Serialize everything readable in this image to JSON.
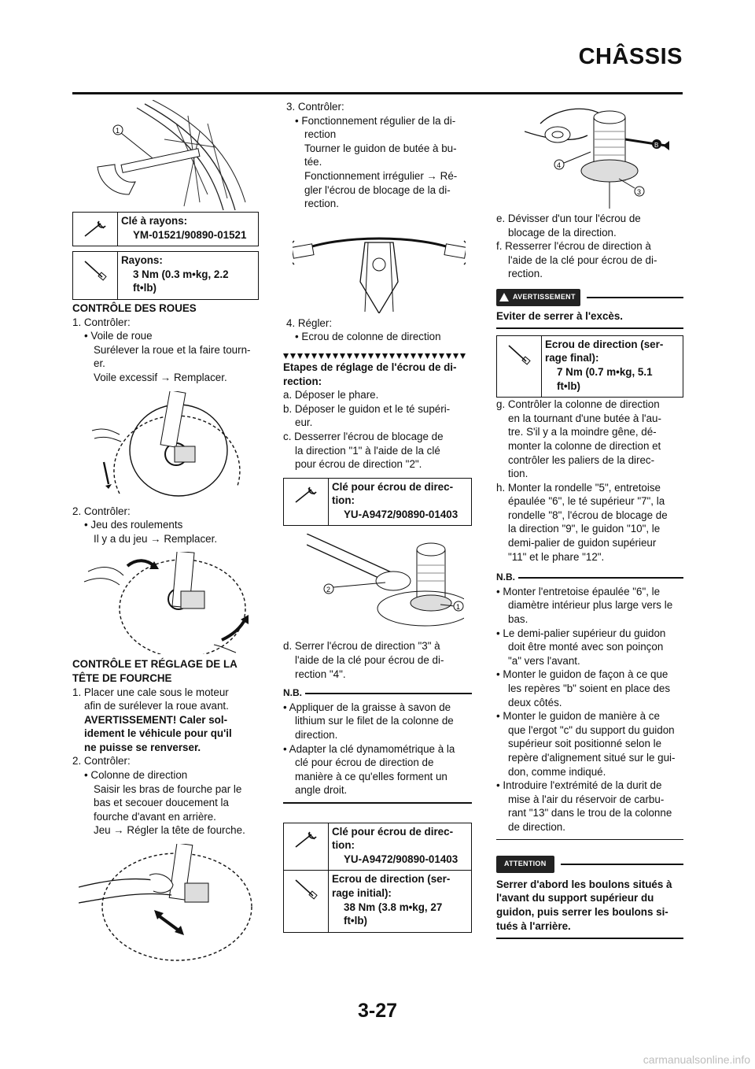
{
  "header": {
    "title": "CHÂSSIS"
  },
  "col1": {
    "tools": [
      {
        "name": "Clé à rayons:",
        "value": "YM-01521/90890-01521"
      },
      {
        "name": "Rayons:",
        "value": "3 Nm (0.3 m•kg, 2.2",
        "value2": "ft•lb)"
      }
    ],
    "heading1": "CONTRÔLE DES ROUES",
    "step1": "1. Contrôler:",
    "step1_b": "• Voile de roue",
    "step1_l1": "Surélever la roue et la faire tourn-",
    "step1_l2": "er.",
    "step1_l3": "Voile excessif → Remplacer.",
    "step2": "2. Contrôler:",
    "step2_b": "• Jeu des roulements",
    "step2_l1": "Il y a du jeu → Remplacer.",
    "heading2a": "CONTRÔLE ET RÉGLAGE DE LA",
    "heading2b": "TÊTE DE FOURCHE",
    "s1_l1": "1. Placer une cale sous le moteur",
    "s1_l2": "afin de surélever la roue avant.",
    "s1_l3": "AVERTISSEMENT! Caler sol-",
    "s1_l4": "idement le véhicule pour qu'il",
    "s1_l5": "ne puisse se renverser.",
    "s2": "2. Contrôler:",
    "s2_b": "• Colonne de direction",
    "s2_l1": "Saisir les bras de fourche par le",
    "s2_l2": "bas et secouer doucement la",
    "s2_l3": "fourche d'avant en arrière.",
    "s2_l4": "Jeu → Régler la tête de fourche."
  },
  "col2": {
    "s3": "3. Contrôler:",
    "s3_b1": "• Fonctionnement régulier de la di-",
    "s3_b2": "rection",
    "s3_l1": "Tourner le guidon de butée à bu-",
    "s3_l2": "tée.",
    "s3_l3": "Fonctionnement irrégulier → Ré-",
    "s3_l4": "gler l'écrou de blocage de la di-",
    "s3_l5": "rection.",
    "s4": "4. Régler:",
    "s4_b": "• Ecrou de colonne de direction",
    "proc1": "Etapes de réglage de l'écrou de di-",
    "proc2": "rection:",
    "a": "a. Déposer le phare.",
    "b1": "b. Déposer le guidon et le té supéri-",
    "b2": "eur.",
    "c1": "c. Desserrer l'écrou de blocage de",
    "c2": "la direction \"1\" à l'aide de la clé",
    "c3": "pour écrou de direction \"2\".",
    "tool1_name": "Clé pour écrou de direc-",
    "tool1_name2": "tion:",
    "tool1_value": "YU-A9472/90890-01403",
    "d1": "d. Serrer l'écrou de direction \"3\" à",
    "d2": "l'aide de la clé pour écrou de di-",
    "d3": "rection \"4\".",
    "nb_label": "N.B.",
    "nb1_1": "• Appliquer de la graisse à savon de",
    "nb1_2": "lithium sur le filet de la colonne de",
    "nb1_3": "direction.",
    "nb2_1": "• Adapter la clé dynamométrique à la",
    "nb2_2": "clé pour écrou de direction de",
    "nb2_3": "manière à ce qu'elles forment un",
    "nb2_4": "angle droit.",
    "tool2_name": "Clé pour écrou de direc-",
    "tool2_name2": "tion:",
    "tool2_value": "YU-A9472/90890-01403",
    "tool3_name": "Ecrou de direction (ser-",
    "tool3_name2": "rage initial):",
    "tool3_value": "38 Nm (3.8 m•kg, 27",
    "tool3_value2": "ft•lb)"
  },
  "col3": {
    "e1": "e. Dévisser d'un tour l'écrou de",
    "e2": "blocage de la direction.",
    "f1": "f. Resserrer l'écrou de direction à",
    "f2": "l'aide de la clé pour écrou de di-",
    "f3": "rection.",
    "warn_label": "AVERTISSEMENT",
    "warn_text": "Eviter de serrer à l'excès.",
    "tool_name": "Ecrou de direction (ser-",
    "tool_name2": "rage final):",
    "tool_value": "7 Nm (0.7 m•kg, 5.1",
    "tool_value2": "ft•lb)",
    "g1": "g. Contrôler la colonne de direction",
    "g2": "en la tournant d'une butée à l'au-",
    "g3": "tre. S'il y a la moindre gêne, dé-",
    "g4": "monter la colonne de direction et",
    "g5": "contrôler les paliers de la direc-",
    "g6": "tion.",
    "h1": "h. Monter la rondelle \"5\", entretoise",
    "h2": "épaulée \"6\", le té supérieur \"7\", la",
    "h3": "rondelle \"8\", l'écrou de blocage de",
    "h4": "la direction \"9\", le guidon \"10\", le",
    "h5": "demi-palier de guidon supérieur",
    "h6": "\"11\" et le phare \"12\".",
    "nb_label": "N.B.",
    "nb1_1": "• Monter l'entretoise épaulée \"6\", le",
    "nb1_2": "diamètre intérieur plus large vers le",
    "nb1_3": "bas.",
    "nb2_1": "• Le demi-palier supérieur du guidon",
    "nb2_2": "doit être monté avec son poinçon",
    "nb2_3": "\"a\" vers l'avant.",
    "nb3_1": "• Monter le guidon de façon à ce que",
    "nb3_2": "les repères \"b\" soient en place des",
    "nb3_3": "deux côtés.",
    "nb4_1": "• Monter le guidon de manière à ce",
    "nb4_2": "que l'ergot \"c\" du support du guidon",
    "nb4_3": "supérieur soit positionné selon le",
    "nb4_4": "repère d'alignement situé sur le gui-",
    "nb4_5": "don, comme indiqué.",
    "nb5_1": "• Introduire l'extrémité de la durit de",
    "nb5_2": "mise à l'air du réservoir de carbu-",
    "nb5_3": "rant \"13\" dans le trou de la colonne",
    "nb5_4": "de direction.",
    "att_label": "ATTENTION",
    "att1": "Serrer d'abord les boulons situés à",
    "att2": "l'avant du support supérieur du",
    "att3": "guidon, puis serrer les boulons si-",
    "att4": "tués à l'arrière."
  },
  "figures": {
    "num1": "1",
    "num2": "2",
    "num3": "3",
    "num4": "4",
    "labelB": "B"
  },
  "page_number": "3-27",
  "watermark": "carmanualsonline.info"
}
